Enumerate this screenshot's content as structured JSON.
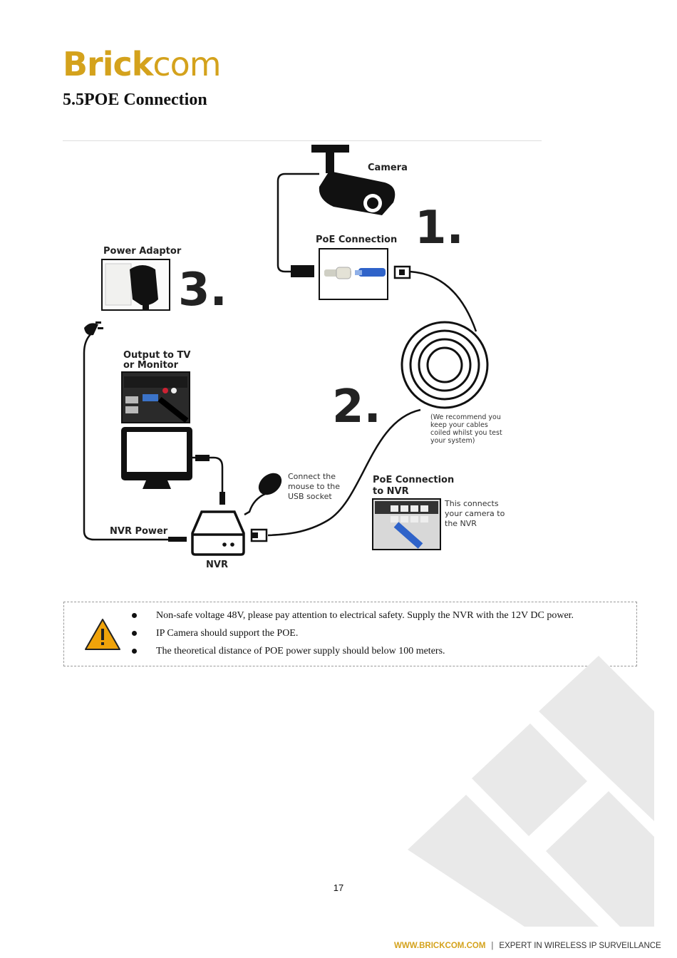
{
  "header": {
    "logo_bold": "Brick",
    "logo_light": "com",
    "section_title": "5.5POE Connection"
  },
  "diagram": {
    "camera": "Camera",
    "poe_connection": "PoE Connection",
    "step1": "1.",
    "power_adaptor": "Power Adaptor",
    "step3": "3.",
    "output_line1": "Output to TV",
    "output_line2": "or Monitor",
    "step2": "2.",
    "coil_note": [
      "(We recommend you",
      "keep your cables",
      "coiled whilst you test",
      "your system)"
    ],
    "mouse_note": [
      "Connect the",
      "mouse to the",
      "USB socket"
    ],
    "poe_nvr_line1": "PoE Connection",
    "poe_nvr_line2": "to NVR",
    "connects_note": [
      "This connects",
      "your camera to",
      "the NVR"
    ],
    "nvr_power": "NVR Power",
    "nvr": "NVR"
  },
  "notes": [
    "Non-safe voltage 48V, please pay attention to electrical safety. Supply the NVR with the 12V DC power.",
    "IP Camera should support the POE.",
    "The theoretical distance of POE power supply should below 100 meters."
  ],
  "page_number": "17",
  "footer": {
    "url": "WWW.BRICKCOM.COM",
    "separator": "|",
    "tagline": "EXPERT IN WIRELESS IP SURVEILLANCE"
  },
  "colors": {
    "brand": "#d4a21c",
    "warning": "#f0a30a",
    "cable_blue": "#2f63c9"
  }
}
